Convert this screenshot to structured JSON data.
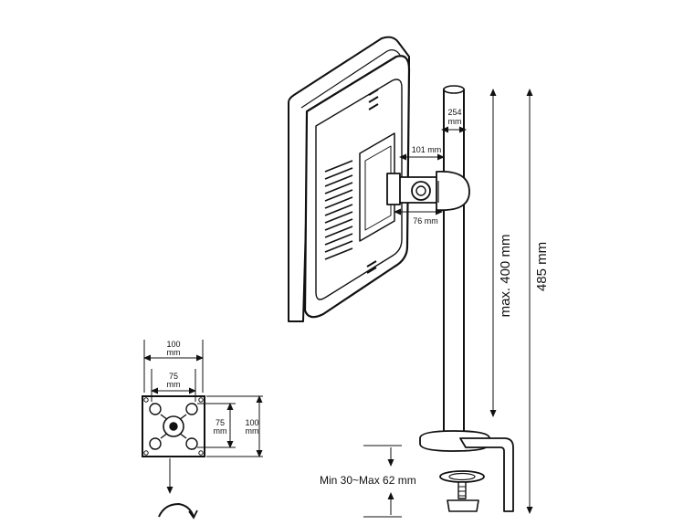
{
  "labels": {
    "pole_width": "254",
    "pole_width_unit": "mm",
    "arm_upper": "101 mm",
    "arm_lower": "76 mm",
    "max_height": "max. 400 mm",
    "total_height": "485 mm",
    "clamp_range": "Min 30~Max 62 mm"
  },
  "vesa": {
    "outer_width": "100",
    "outer_width_unit": "mm",
    "inner_width": "75",
    "inner_width_unit": "mm",
    "inner_height": "75",
    "inner_height_unit": "mm",
    "outer_height": "100",
    "outer_height_unit": "mm"
  }
}
